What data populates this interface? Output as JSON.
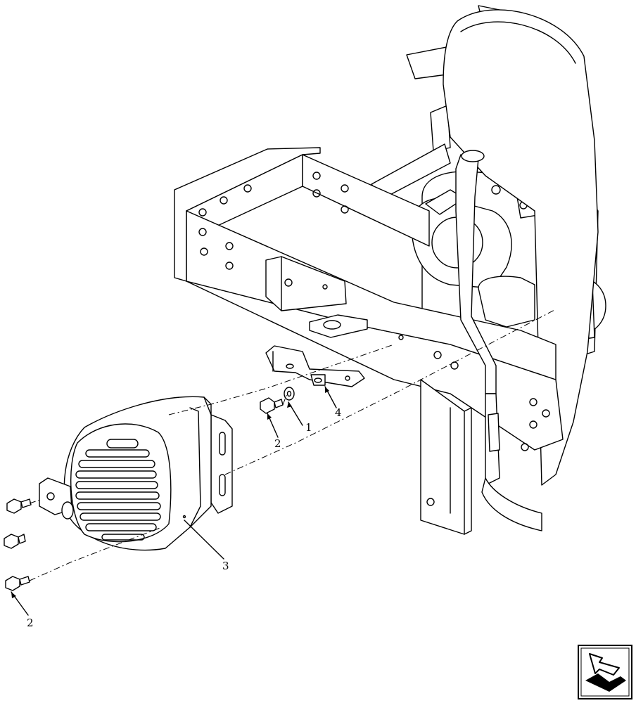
{
  "diagram": {
    "callouts": [
      {
        "id": "c1",
        "text": "1"
      },
      {
        "id": "c2a",
        "text": "2"
      },
      {
        "id": "c2b",
        "text": "2"
      },
      {
        "id": "c3",
        "text": "3"
      },
      {
        "id": "c4",
        "text": "4"
      }
    ],
    "icons": {
      "nav": "next-page-arrow-icon"
    }
  }
}
